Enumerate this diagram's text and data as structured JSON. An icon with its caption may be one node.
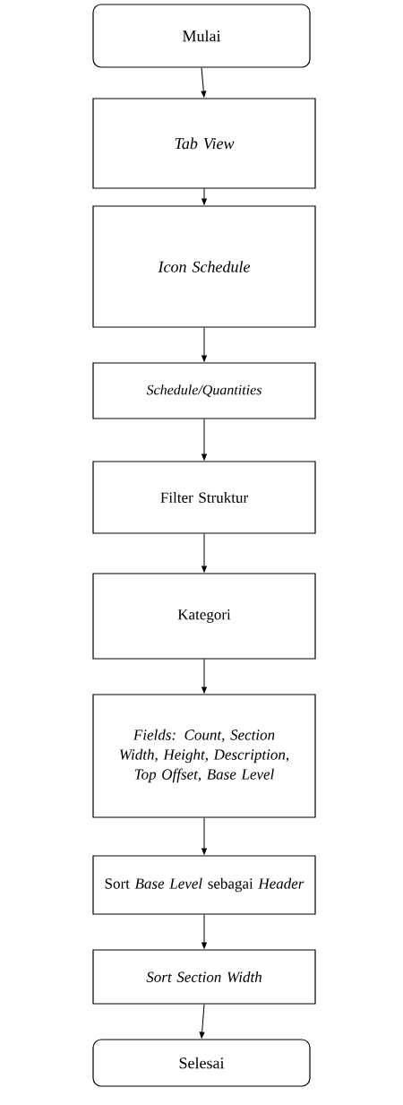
{
  "diagram": {
    "nodes": [
      {
        "text": [
          "Mulai"
        ]
      },
      {
        "text": [
          "Tab View"
        ]
      },
      {
        "text": [
          "Icon Schedule"
        ]
      },
      {
        "text": [
          "Schedule/Quantities"
        ]
      },
      {
        "text": [
          "Filter Struktur"
        ]
      },
      {
        "text": [
          "Kategori"
        ]
      },
      {
        "text": [
          "Fields: Count, Section Width, Height, Description, Top Offset, Base Level"
        ]
      },
      {
        "text": [
          "Sort *Base Level* sebagai *Header*"
        ]
      },
      {
        "text": [
          "Sort Section Width"
        ]
      },
      {
        "text": [
          "Selesai"
        ]
      }
    ],
    "edges": [
      {
        "from": 0,
        "to": 1,
        "arrow": "to"
      },
      {
        "from": 1,
        "to": 2,
        "arrow": "to"
      },
      {
        "from": 2,
        "to": 3,
        "arrow": "to"
      },
      {
        "from": 3,
        "to": 4,
        "arrow": "to"
      },
      {
        "from": 4,
        "to": 5,
        "arrow": "to"
      },
      {
        "from": 5,
        "to": 6,
        "arrow": "to"
      },
      {
        "from": 6,
        "to": 7,
        "arrow": "to"
      },
      {
        "from": 7,
        "to": 8,
        "arrow": "to"
      },
      {
        "from": 8,
        "to": 9,
        "arrow": "to"
      }
    ]
  }
}
